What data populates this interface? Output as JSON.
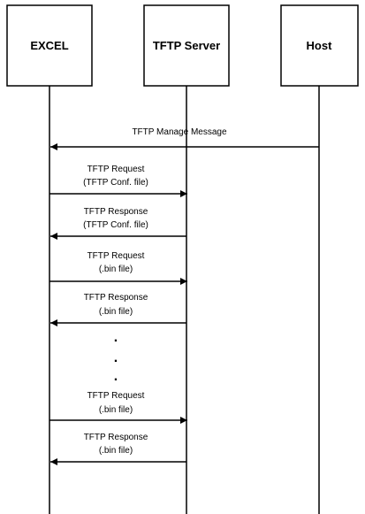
{
  "participants": [
    {
      "id": "excel",
      "label": "EXCEL"
    },
    {
      "id": "tftp",
      "label": "TFTP Server"
    },
    {
      "id": "host",
      "label": "Host"
    }
  ],
  "messages": [
    {
      "from": "host",
      "to": "excel",
      "lines": [
        "TFTP Manage Message"
      ]
    },
    {
      "from": "excel",
      "to": "tftp",
      "lines": [
        "TFTP Request",
        "(TFTP Conf. file)"
      ]
    },
    {
      "from": "tftp",
      "to": "excel",
      "lines": [
        "TFTP Response",
        "(TFTP Conf. file)"
      ]
    },
    {
      "from": "excel",
      "to": "tftp",
      "lines": [
        "TFTP Request",
        "(.bin file)"
      ]
    },
    {
      "from": "tftp",
      "to": "excel",
      "lines": [
        "TFTP Response",
        "(.bin file)"
      ]
    },
    {
      "from": "excel",
      "to": "tftp",
      "lines": [
        "TFTP Request",
        "(.bin file)"
      ]
    },
    {
      "from": "tftp",
      "to": "excel",
      "lines": [
        "TFTP Response",
        "(.bin file)"
      ]
    }
  ],
  "ellipsis": [
    ".",
    ".",
    "."
  ],
  "colors": {
    "line": "#000000",
    "box_fill": "#ffffff"
  }
}
